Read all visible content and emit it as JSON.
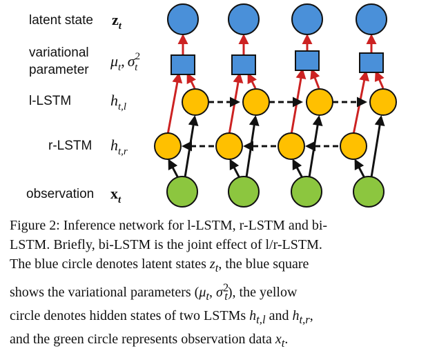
{
  "rows": {
    "latent": {
      "label": "latent state",
      "symbol": "z",
      "symbol_sub": "t"
    },
    "variational": {
      "label_line1": "variational",
      "label_line2": "parameter",
      "symbol_mu": "μ",
      "symbol_mu_sub": "t",
      "comma": ",",
      "symbol_sigma": "σ",
      "symbol_sigma_sub": "t",
      "symbol_sigma_sup": "2"
    },
    "l_lstm": {
      "label": "l-LSTM",
      "symbol": "h",
      "symbol_sub": "t,l"
    },
    "r_lstm": {
      "label": "r-LSTM",
      "symbol": "h",
      "symbol_sub": "t,r"
    },
    "observation": {
      "label": "observation",
      "symbol": "x",
      "symbol_sub": "t"
    }
  },
  "colors": {
    "latent_circle": "#4a90d9",
    "param_square": "#4a90d9",
    "lstm_circle": "#ffc000",
    "observation_circle": "#8cc63f",
    "red_arrow": "#cc2222",
    "black_arrow": "#111111"
  },
  "caption": {
    "line1": "Figure 2: Inference network for l-LSTM, r-LSTM and bi-",
    "line2": "LSTM. Briefly, bi-LSTM is the joint effect of l/r-LSTM.",
    "line3_a": "The blue circle denotes latent states ",
    "line3_math": "z",
    "line3_math_sub": "t",
    "line3_b": ", the blue square",
    "line4_a": "shows the variational parameters (",
    "line4_mu": "μ",
    "line4_mu_sub": "t",
    "line4_sep": ", ",
    "line4_sigma": "σ",
    "line4_sigma_sup": "2",
    "line4_sigma_sub": "t",
    "line4_b": "), the yellow",
    "line5_a": "circle denotes hidden states of two LSTMs ",
    "line5_h1": "h",
    "line5_h1_sub": "t,l",
    "line5_and": " and ",
    "line5_h2": "h",
    "line5_h2_sub": "t,r",
    "line5_b": ",",
    "line6_a": "and the green circle represents observation data ",
    "line6_math": "x",
    "line6_math_sub": "t",
    "line6_b": "."
  }
}
